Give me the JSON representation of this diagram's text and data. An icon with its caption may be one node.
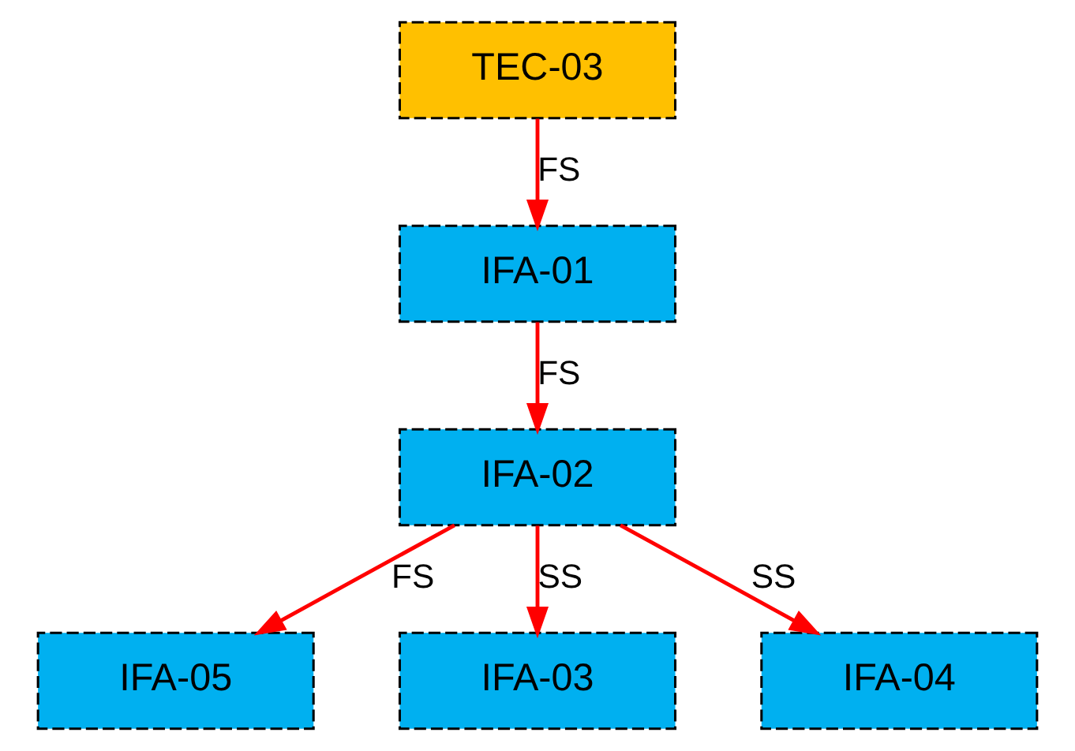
{
  "diagram": {
    "nodes": [
      {
        "text": [
          "TEC-03"
        ]
      },
      {
        "text": [
          "IFA-01"
        ]
      },
      {
        "text": [
          "IFA-02"
        ]
      },
      {
        "text": [
          "IFA-05"
        ]
      },
      {
        "text": [
          "IFA-03"
        ]
      },
      {
        "text": [
          "IFA-04"
        ]
      }
    ],
    "edges": [
      {
        "from": 0,
        "to": 1,
        "arrow": "to",
        "label": "FS"
      },
      {
        "from": 1,
        "to": 2,
        "arrow": "to",
        "label": "FS"
      },
      {
        "from": 2,
        "to": 3,
        "arrow": "to",
        "label": "FS"
      },
      {
        "from": 2,
        "to": 4,
        "arrow": "to",
        "label": "SS"
      },
      {
        "from": 2,
        "to": 5,
        "arrow": "to",
        "label": "SS"
      }
    ]
  }
}
